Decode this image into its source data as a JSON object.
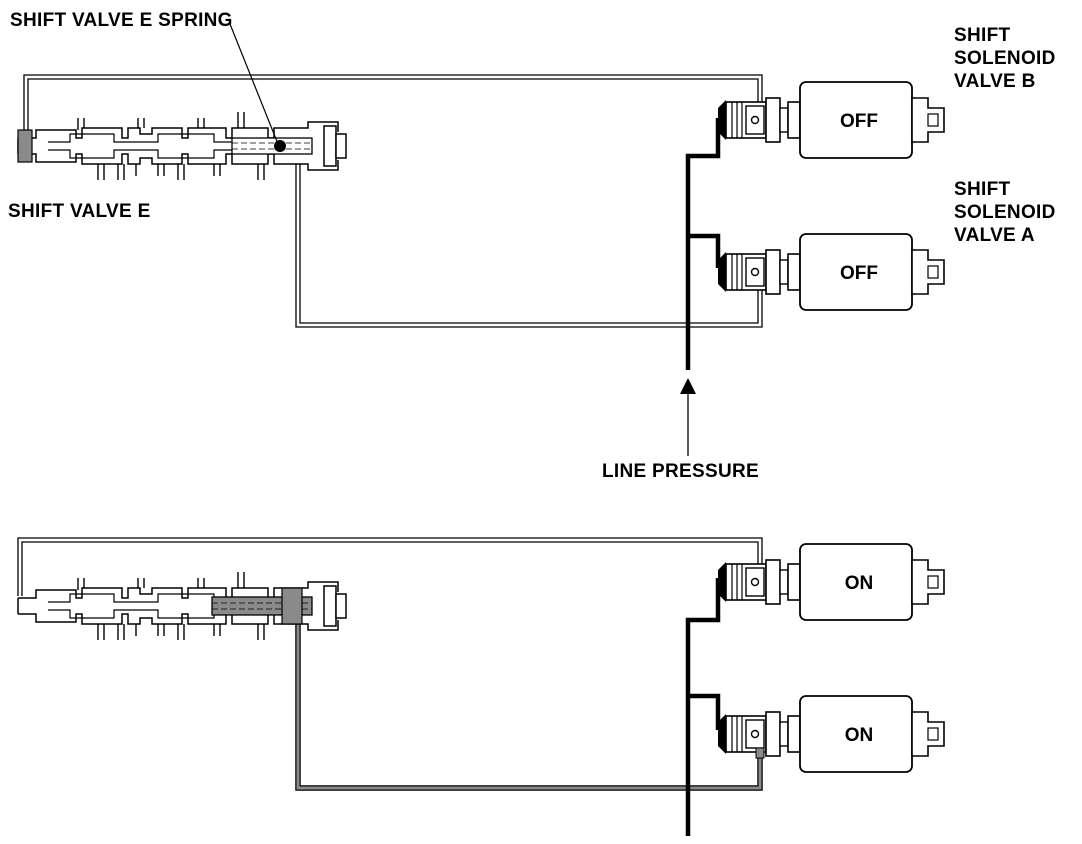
{
  "labels": {
    "spring": "SHIFT VALVE E SPRING",
    "valve": "SHIFT VALVE E",
    "solenoid_b": [
      "SHIFT",
      "SOLENOID",
      "VALVE B"
    ],
    "solenoid_a": [
      "SHIFT",
      "SOLENOID",
      "VALVE A"
    ],
    "line_pressure": "LINE PRESSURE"
  },
  "states": {
    "top": {
      "solenoid_b": "OFF",
      "solenoid_a": "OFF"
    },
    "bottom": {
      "solenoid_b": "ON",
      "solenoid_a": "ON"
    }
  },
  "colors": {
    "line": "#000000",
    "pressure_fill": "#8a8a8a",
    "background": "#ffffff"
  }
}
